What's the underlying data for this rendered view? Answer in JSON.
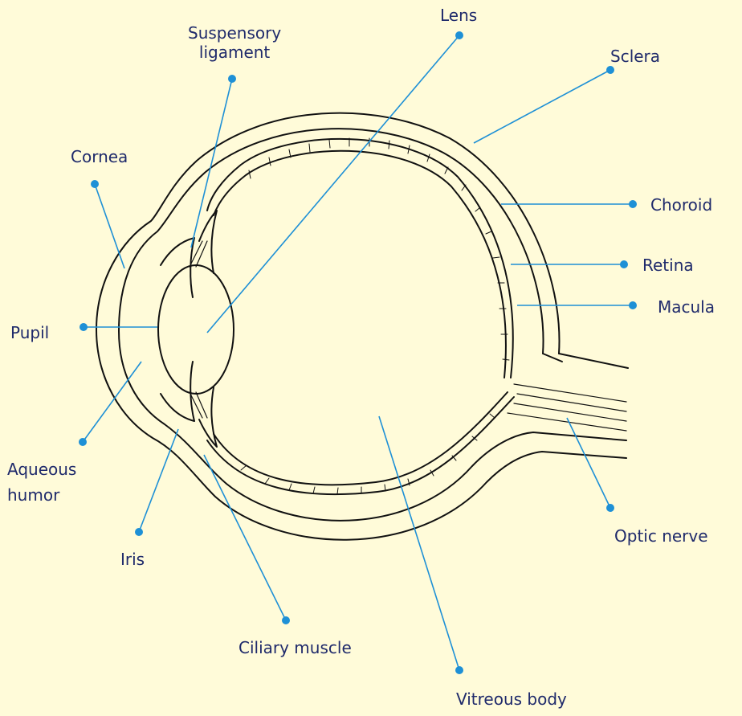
{
  "colors": {
    "background": "#FFFBD9",
    "leader_line": "#1E90D6",
    "label_text": "#1F2A6B",
    "outline": "#111111"
  },
  "labels": {
    "lens": "Lens",
    "suspensory_ligament": [
      "Suspensory",
      "ligament"
    ],
    "sclera": "Sclera",
    "cornea": "Cornea",
    "choroid": "Choroid",
    "retina": "Retina",
    "macula": "Macula",
    "pupil": "Pupil",
    "aqueous_humor": [
      "Aqueous",
      "humor"
    ],
    "iris": "Iris",
    "ciliary_muscle": "Ciliary muscle",
    "optic_nerve": "Optic nerve",
    "vitreous_body": "Vitreous body"
  }
}
